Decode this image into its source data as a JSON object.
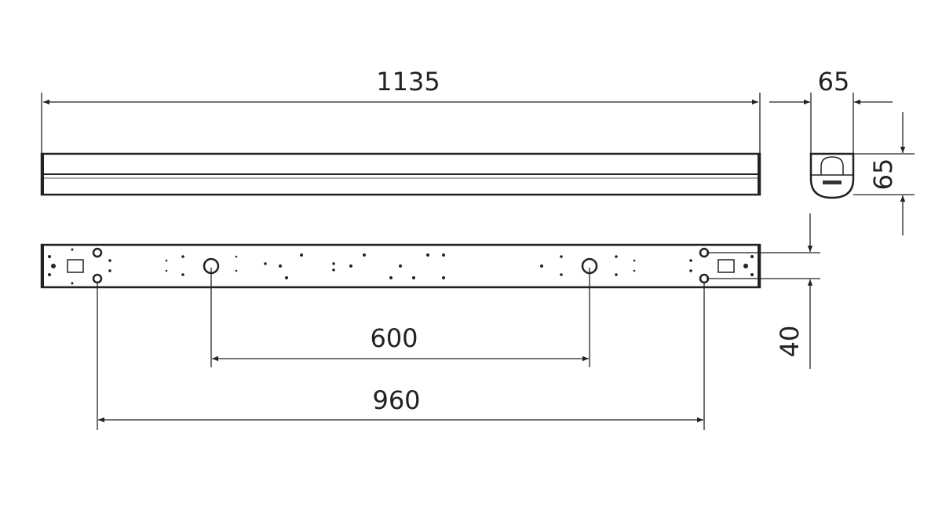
{
  "dimensions": {
    "overall_length": "1135",
    "profile_width": "65",
    "profile_height": "65",
    "mount_spacing_vertical": "40",
    "inner_hole_spacing": "600",
    "outer_hole_spacing": "960"
  }
}
